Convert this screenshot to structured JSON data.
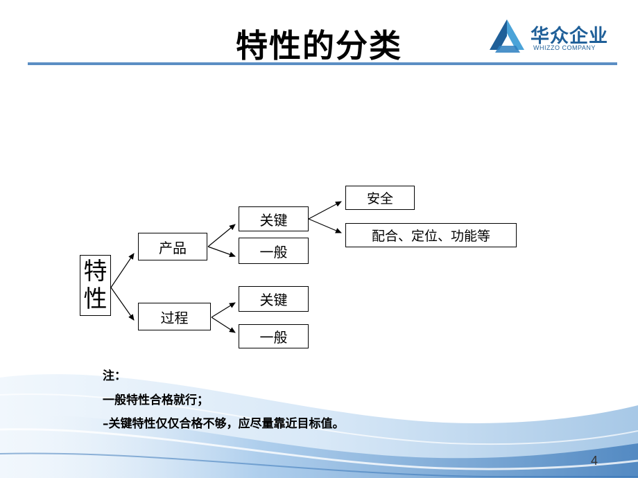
{
  "slide": {
    "title": "特性的分类",
    "page_number": "4"
  },
  "logo": {
    "name_cn": "华众企业",
    "name_en": "WHIZZO COMPANY"
  },
  "diagram": {
    "root": "特性",
    "product": {
      "label": "产品",
      "key": "关键",
      "general": "一般",
      "key_children": [
        "安全",
        "配合、定位、功能等"
      ]
    },
    "process": {
      "label": "过程",
      "key": "关键",
      "general": "一般"
    }
  },
  "notes": {
    "heading": "注：",
    "line1": "一般特性合格就行；",
    "line2": "–关键特性仅仅合格不够，应尽量靠近目标值。"
  },
  "colors": {
    "accent": "#5b8ec4",
    "logo_blue": "#1f5f98",
    "wave_light": "#cfe3f5",
    "wave_dark": "#3f7fc0"
  }
}
